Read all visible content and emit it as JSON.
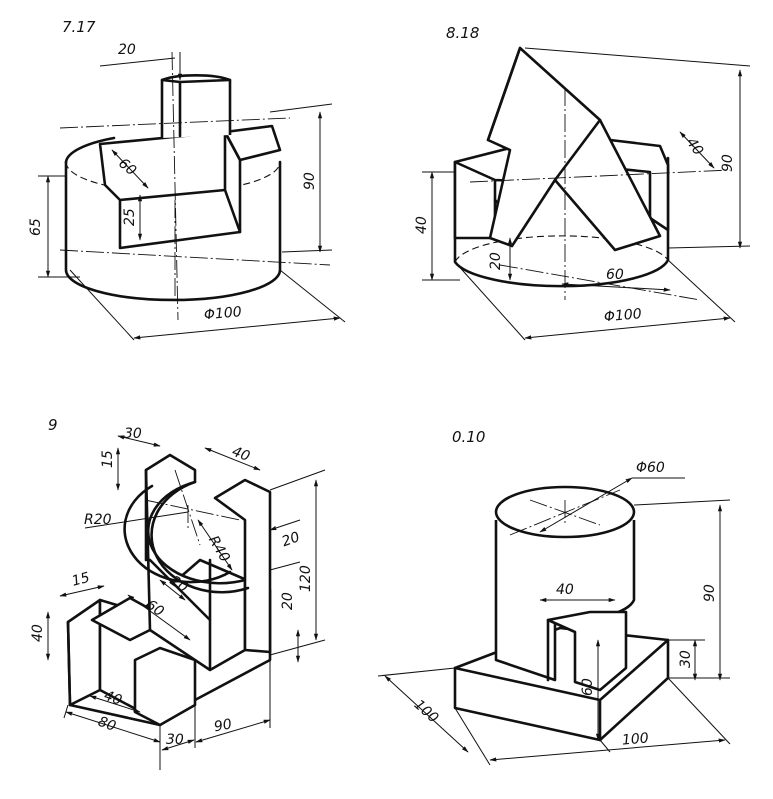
{
  "figures": [
    {
      "id": "7.17",
      "label": "7.17",
      "dimensions": [
        "20",
        "60",
        "25",
        "65",
        "90",
        "Φ100"
      ]
    },
    {
      "id": "8.18",
      "label": "8.18",
      "dimensions": [
        "40",
        "40",
        "90",
        "20",
        "60",
        "Φ100"
      ]
    },
    {
      "id": "9",
      "label": "9",
      "dimensions": [
        "30",
        "15",
        "40",
        "R20",
        "R40",
        "20",
        "60",
        "20",
        "120",
        "20",
        "15",
        "40",
        "40",
        "80",
        "30",
        "90"
      ]
    },
    {
      "id": "0.10",
      "label": "0.10",
      "dimensions": [
        "Φ60",
        "40",
        "90",
        "30",
        "60",
        "100",
        "100"
      ]
    }
  ]
}
